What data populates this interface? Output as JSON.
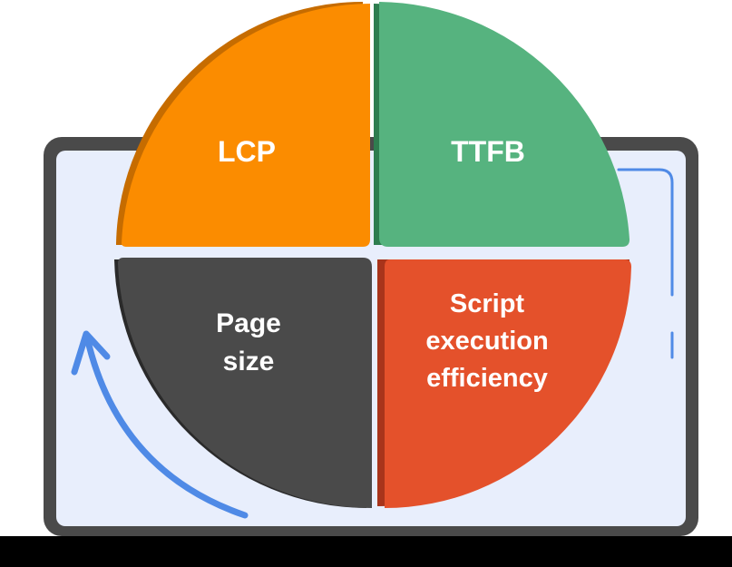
{
  "diagram": {
    "quadrants": [
      {
        "id": "lcp",
        "lines": [
          "LCP"
        ],
        "color": "#fb8c00",
        "shade": "#c66c00"
      },
      {
        "id": "ttfb",
        "lines": [
          "TTFB"
        ],
        "color": "#56b37f",
        "shade": "#2e7d4f"
      },
      {
        "id": "page-size",
        "lines": [
          "Page",
          "size"
        ],
        "color": "#4a4a4a",
        "shade": "#2a2a2a"
      },
      {
        "id": "script-execution-efficiency",
        "lines": [
          "Script",
          "execution",
          "efficiency"
        ],
        "color": "#e4512b",
        "shade": "#a8341b"
      }
    ],
    "colors": {
      "frame": "#4a4a4a",
      "screen": "#e8eefc",
      "accent_blue": "#4f8ae6",
      "base": "#000000"
    }
  }
}
